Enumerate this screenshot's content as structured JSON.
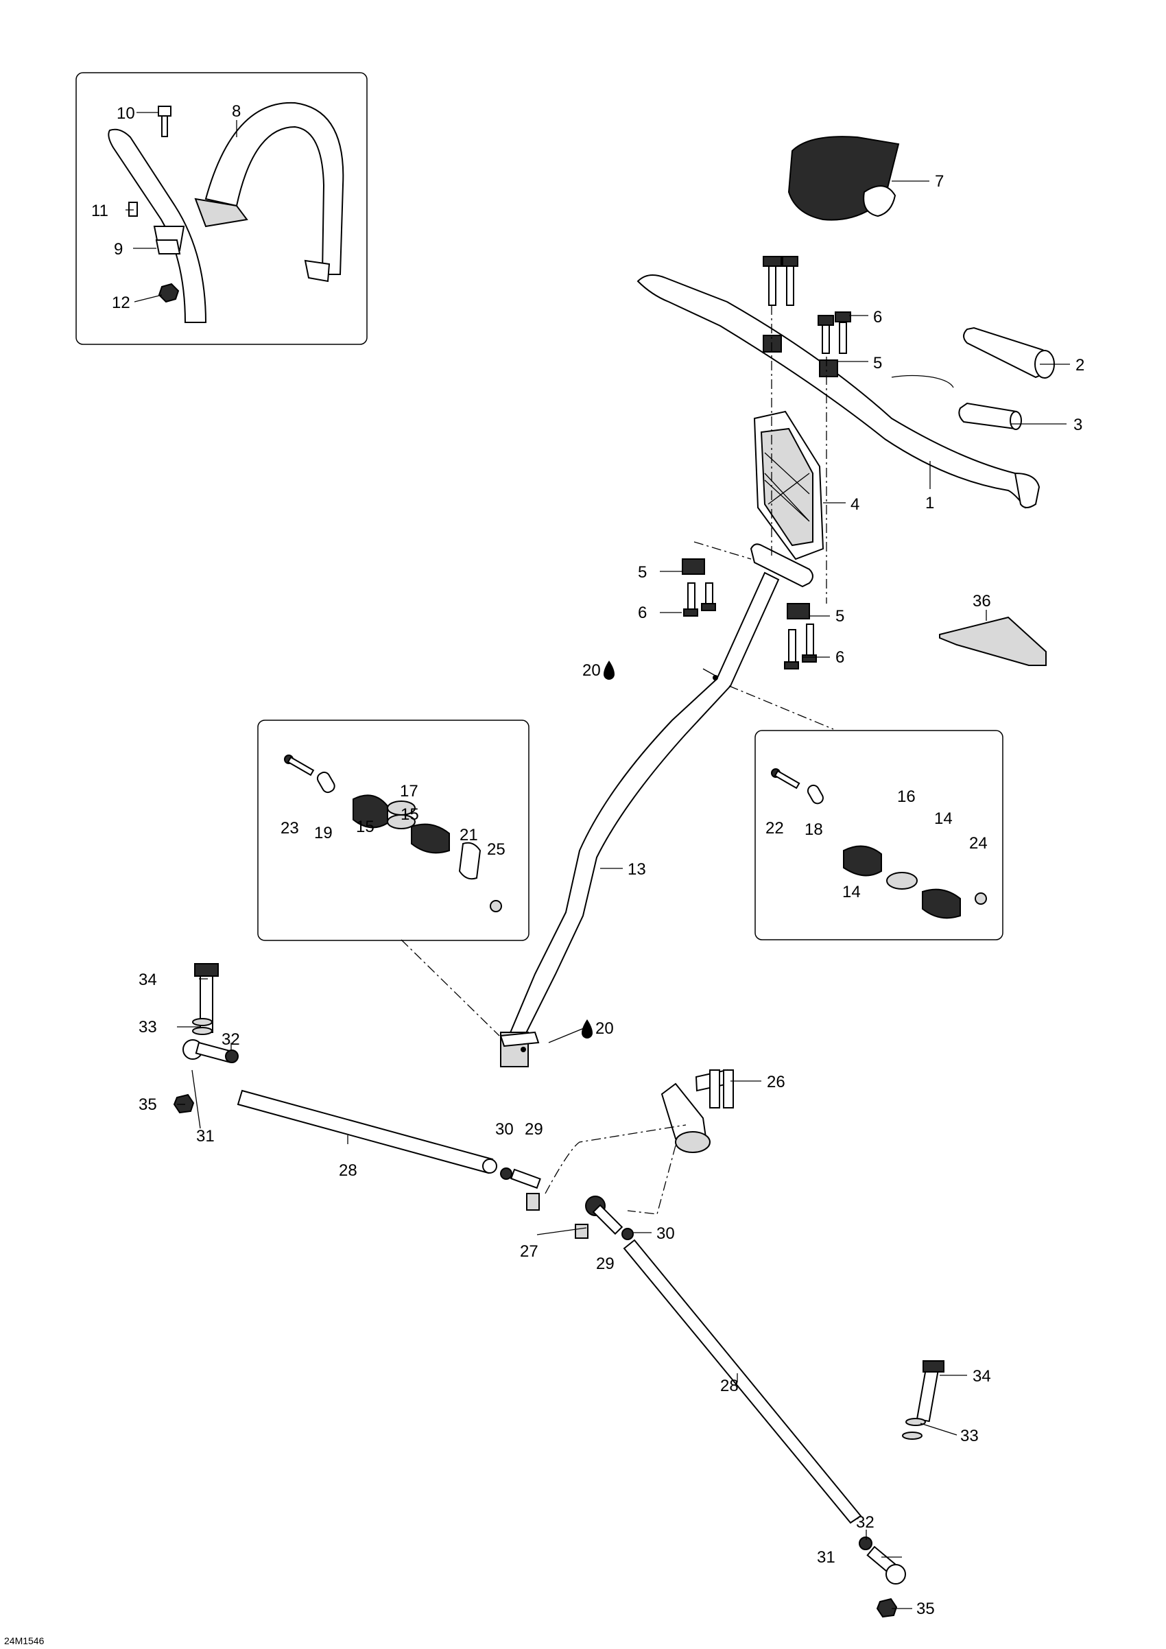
{
  "diagram": {
    "reference_code": "24M1546",
    "callouts": {
      "c1": "1",
      "c2": "2",
      "c3": "3",
      "c4": "4",
      "c5a": "5",
      "c5b": "5",
      "c5c": "5",
      "c6a": "6",
      "c6b": "6",
      "c6c": "6",
      "c7": "7",
      "c8": "8",
      "c9": "9",
      "c10": "10",
      "c11": "11",
      "c12": "12",
      "c13": "13",
      "c14a": "14",
      "c14b": "14",
      "c15a": "15",
      "c15b": "15",
      "c16": "16",
      "c17": "17",
      "c18": "18",
      "c19": "19",
      "c20a": "20",
      "c20b": "20",
      "c21": "21",
      "c22": "22",
      "c23": "23",
      "c24": "24",
      "c25": "25",
      "c26": "26",
      "c27": "27",
      "c28a": "28",
      "c28b": "28",
      "c29a": "29",
      "c29b": "29",
      "c30a": "30",
      "c30b": "30",
      "c31a": "31",
      "c31b": "31",
      "c32a": "32",
      "c32b": "32",
      "c33a": "33",
      "c33b": "33",
      "c34a": "34",
      "c34b": "34",
      "c35a": "35",
      "c35b": "35",
      "c36": "36"
    }
  }
}
